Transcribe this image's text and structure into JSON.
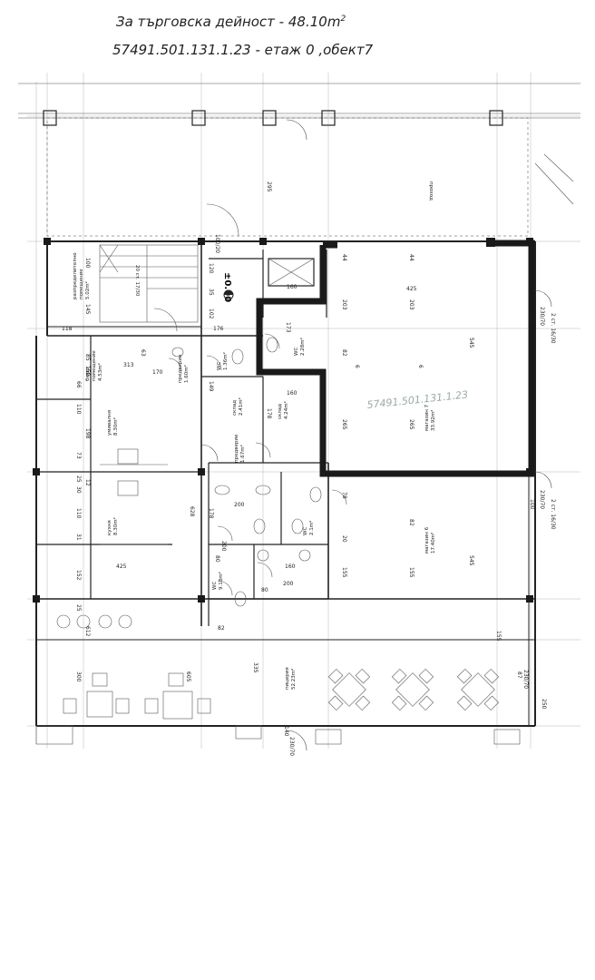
{
  "header": {
    "line1_text": "За търговска дейност - 48.10",
    "line1_unit": "m",
    "line1_sup": "2",
    "line2_text": "57491.501.131.1.23 - етаж 0 ,обект7"
  },
  "rooms": {
    "razdalitelno": "разпределително",
    "pomeshtenie1": "помещение",
    "area_5_02": "5.02m²",
    "biuro": "бюро",
    "pomeshtenie2": "помещение",
    "area_4_53": "4.53m²",
    "umivalnia": "умивалня",
    "area_8_30a": "8.30m²",
    "kuhnia": "кухня",
    "area_8_30b": "8.30m²",
    "predverie1": "предверие",
    "area_1_60": "1.60m²",
    "wc1": "WC",
    "area_1_36": "1.36m²",
    "sklad1": "склад",
    "area_2_41": "2.41m²",
    "sklad2": "склад",
    "area_4_24": "4.24m²",
    "wc2": "WC",
    "area_2_28": "2.28m²",
    "predverie2": "предверие",
    "area_1_67": "1.67m²",
    "wc3": "WC",
    "area_2_1x": "2.1m²",
    "wc4": "WC",
    "area_9_18": "9.18m²",
    "magazin7": "магазин 7",
    "area_33_92": "33.92m²",
    "magazin6": "магазин 6",
    "area_17_40": "17.40m²",
    "pitseria": "пицерия",
    "area_52_23": "52.23m²",
    "prohod": "проход",
    "elevation": "±0.00",
    "stair_note": "20 ст. 17/30"
  },
  "dimensions": {
    "d295": "295",
    "d120": "120",
    "d100_20": "100/20",
    "d35": "35",
    "d102": "102",
    "d100a": "100",
    "d145": "145",
    "d118": "118",
    "d176": "176",
    "d160a": "160",
    "d173": "173",
    "d44a": "44",
    "d44b": "44",
    "d425a": "425",
    "d203a": "203",
    "d203b": "203",
    "d545a": "545",
    "d82a": "82",
    "d6a": "6",
    "d6b": "6",
    "d85": "85",
    "d150": "150",
    "d66": "66",
    "d63": "63",
    "d313": "313",
    "d170": "170",
    "d178a": "178",
    "d160b": "160",
    "d149": "149",
    "d265a": "265",
    "d265b": "265",
    "d198": "198",
    "d110a": "110",
    "d73": "73",
    "d25a": "25",
    "d30": "30",
    "d12": "12",
    "d110b": "110",
    "d628": "628",
    "d178b": "178",
    "d200a": "200",
    "d80a": "80",
    "d200b": "200",
    "d200c": "200",
    "d78": "78",
    "d82b": "82",
    "d20": "20",
    "d155a": "155",
    "d155b": "155",
    "d545b": "545",
    "d425b": "425",
    "d152": "152",
    "d31": "31",
    "d612": "612",
    "d25b": "25",
    "d300": "300",
    "d605": "605",
    "d335": "335",
    "d155c": "155",
    "d230_70a": "230/70",
    "d230_70b": "230/70",
    "d230_70c": "230/70",
    "d230_70d": "230/70",
    "d100b": "100",
    "d100c": "100",
    "d2st_a": "2 ст. 16/30",
    "d2st_b": "2 ст. 16/30",
    "d160c": "160",
    "d80b": "80",
    "d82c": "82",
    "d87": "87",
    "d250": "250",
    "d140": "140"
  },
  "stamp": {
    "text": "57491.501.131.1.23"
  }
}
